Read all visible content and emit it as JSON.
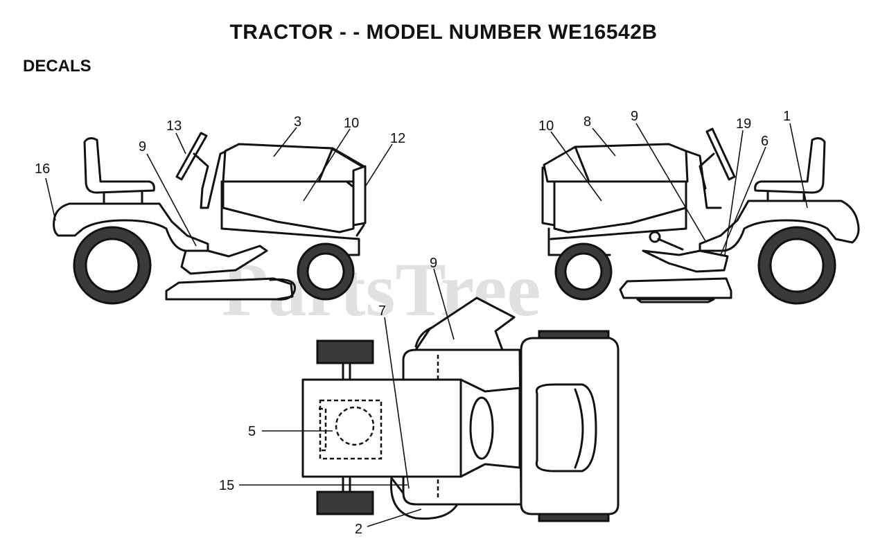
{
  "title": "TRACTOR - - MODEL NUMBER WE16542B",
  "section": "DECALS",
  "watermark": "PartsTree",
  "callouts": {
    "left_16": "16",
    "left_13": "13",
    "left_9": "9",
    "left_3": "3",
    "left_10": "10",
    "left_12": "12",
    "right_10": "10",
    "right_8": "8",
    "right_9": "9",
    "right_19": "19",
    "right_1": "1",
    "right_6": "6",
    "top_9": "9",
    "top_7": "7",
    "top_5": "5",
    "top_15": "15",
    "top_2": "2"
  }
}
